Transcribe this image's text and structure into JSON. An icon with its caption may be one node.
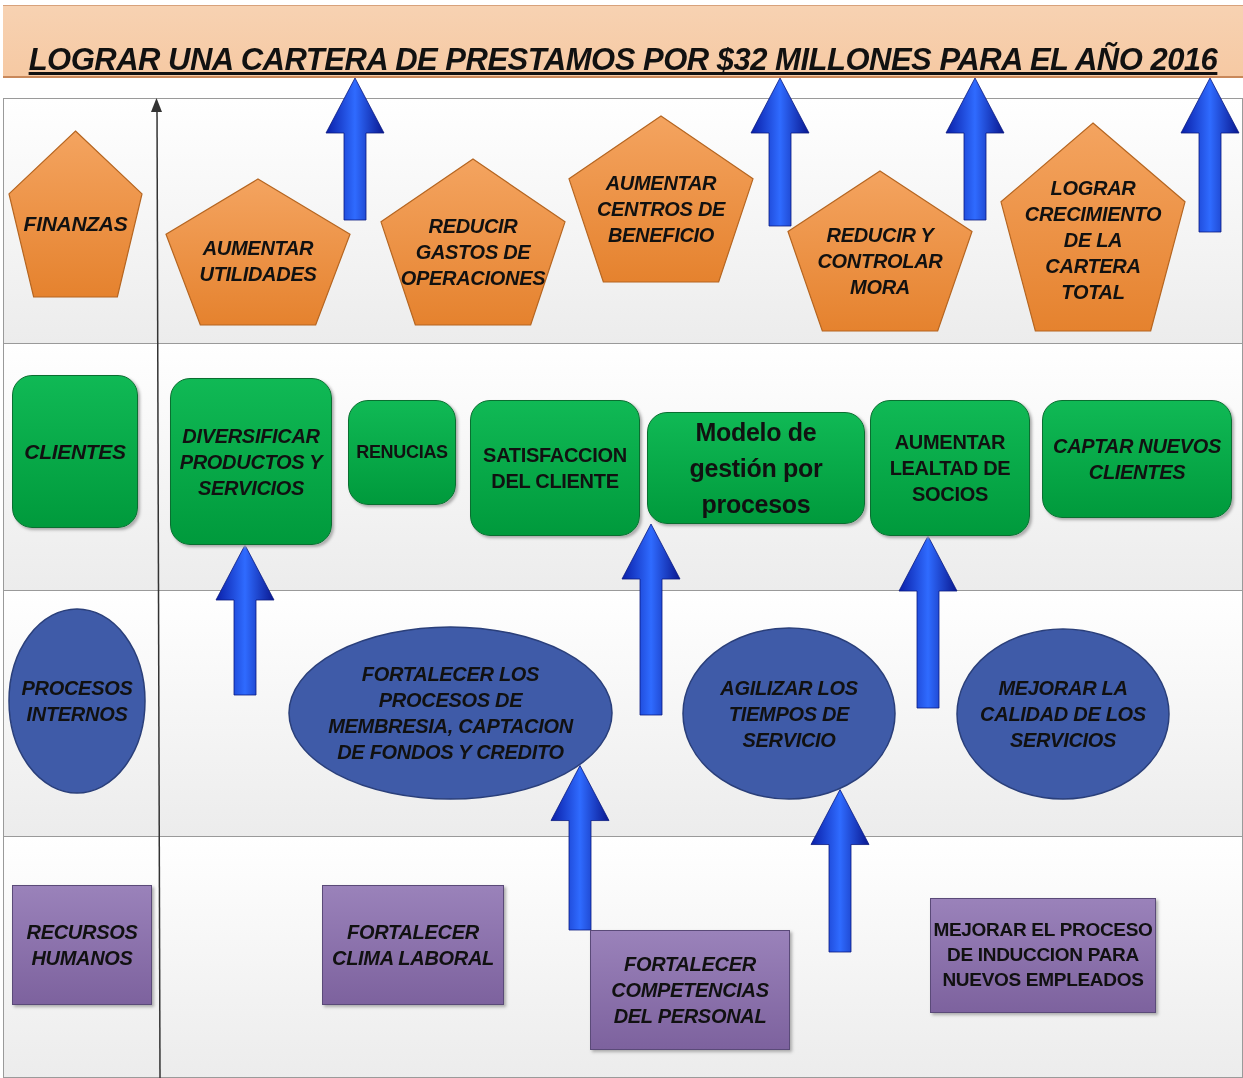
{
  "diagram": {
    "nodes": [
      {
        "text": [
          "LOGRAR UNA CARTERA DE PRESTAMOS POR $32 MILLONES PARA EL AÑO 2016"
        ]
      },
      {
        "text": [
          "FINANZAS"
        ]
      },
      {
        "text": [
          "AUMENTAR UTILIDADES"
        ]
      },
      {
        "text": [
          "REDUCIR GASTOS DE OPERACIONES"
        ]
      },
      {
        "text": [
          "AUMENTAR CENTROS DE BENEFICIO"
        ]
      },
      {
        "text": [
          "REDUCIR Y CONTROLAR MORA"
        ]
      },
      {
        "text": [
          "LOGRAR CRECIMIENTO DE LA CARTERA TOTAL"
        ]
      },
      {
        "text": [
          "CLIENTES"
        ]
      },
      {
        "text": [
          "DIVERSIFICAR PRODUCTOS Y SERVICIOS"
        ]
      },
      {
        "text": [
          "RENUCIAS"
        ]
      },
      {
        "text": [
          "SATISFACCION DEL CLIENTE"
        ]
      },
      {
        "text": [
          "Modelo de gestión por procesos"
        ]
      },
      {
        "text": [
          "AUMENTAR LEALTAD DE SOCIOS"
        ]
      },
      {
        "text": [
          "CAPTAR NUEVOS CLIENTES"
        ]
      },
      {
        "text": [
          "PROCESOS INTERNOS"
        ]
      },
      {
        "text": [
          "FORTALECER LOS PROCESOS DE MEMBRESIA, CAPTACION DE FONDOS Y CREDITO"
        ]
      },
      {
        "text": [
          "AGILIZAR LOS TIEMPOS DE SERVICIO"
        ]
      },
      {
        "text": [
          "MEJORAR LA CALIDAD DE LOS SERVICIOS"
        ]
      },
      {
        "text": [
          "RECURSOS HUMANOS"
        ]
      },
      {
        "text": [
          "FORTALECER CLIMA LABORAL"
        ]
      },
      {
        "text": [
          "FORTALECER COMPETENCIAS DEL PERSONAL"
        ]
      },
      {
        "text": [
          "MEJORAR EL PROCESO DE INDUCCION PARA NUEVOS EMPLEADOS"
        ]
      }
    ],
    "edges": [
      {
        "from": null,
        "to": 0,
        "arrow": "to"
      },
      {
        "from": null,
        "to": 0,
        "arrow": "to"
      },
      {
        "from": null,
        "to": 0,
        "arrow": "to"
      },
      {
        "from": null,
        "to": 0,
        "arrow": "to"
      },
      {
        "from": null,
        "to": 8,
        "arrow": "to"
      },
      {
        "from": null,
        "to": 11,
        "arrow": "to"
      },
      {
        "from": null,
        "to": 12,
        "arrow": "to"
      },
      {
        "from": 20,
        "to": 15,
        "arrow": "to"
      },
      {
        "from": null,
        "to": 16,
        "arrow": "to"
      }
    ]
  }
}
